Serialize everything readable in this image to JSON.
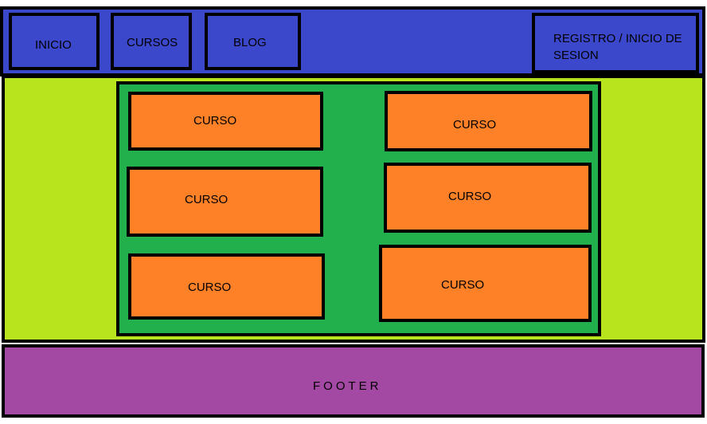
{
  "header": {
    "nav": [
      "INICIO",
      "CURSOS",
      "BLOG"
    ],
    "auth_line1": "REGISTRO / INICIO DE",
    "auth_line2": "SESION"
  },
  "main": {
    "courses": [
      "CURSO",
      "CURSO",
      "CURSO",
      "CURSO",
      "CURSO",
      "CURSO"
    ]
  },
  "footer": {
    "label": "FOOTER"
  },
  "colors": {
    "header": "#3c48cc",
    "content": "#b7e41d",
    "panel": "#22b04c",
    "card": "#fe8027",
    "footer": "#a349a3"
  }
}
